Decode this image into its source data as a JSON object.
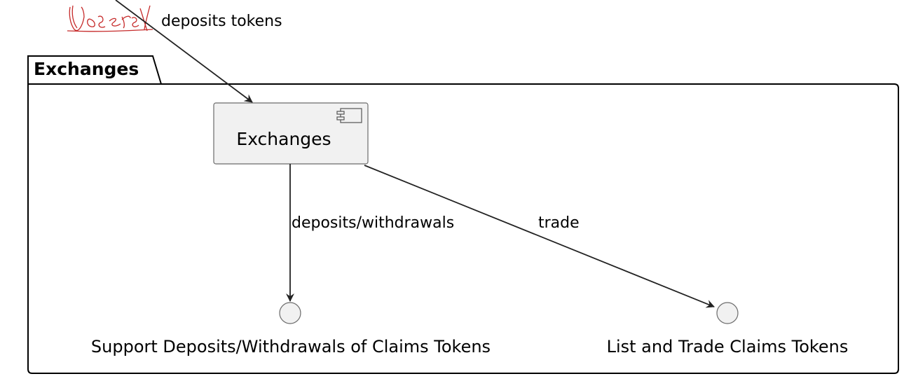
{
  "actor": {
    "label": "Users",
    "style": "handwritten red outline"
  },
  "package": {
    "title": "Exchanges"
  },
  "component": {
    "label": "Exchanges",
    "icon": "component-icon"
  },
  "interfaces": [
    {
      "label": "Support Deposits/Withdrawals of Claims Tokens"
    },
    {
      "label": "List and Trade Claims Tokens"
    }
  ],
  "edges": [
    {
      "from": "Users",
      "to": "Exchanges",
      "label": "deposits tokens"
    },
    {
      "from": "Exchanges",
      "to": "Support Deposits/Withdrawals of Claims Tokens",
      "label": "deposits/withdrawals"
    },
    {
      "from": "Exchanges",
      "to": "List and Trade Claims Tokens",
      "label": "trade"
    }
  ],
  "colors": {
    "actor_ink": "#c62b2b",
    "component_fill": "#f1f1f1",
    "interface_fill": "#f1f1f1",
    "line": "#222222"
  }
}
